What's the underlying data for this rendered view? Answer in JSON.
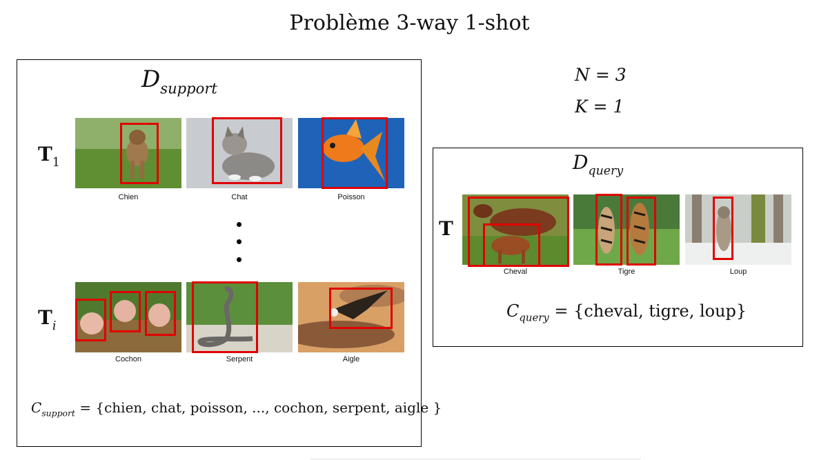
{
  "title": "Problème 3-way 1-shot",
  "support": {
    "heading_main": "D",
    "heading_sub": "support",
    "rows": [
      {
        "label": "T",
        "sub": "1",
        "items": [
          "Chien",
          "Chat",
          "Poisson"
        ]
      },
      {
        "label": "T",
        "sub": "i",
        "items": [
          "Cochon",
          "Serpent",
          "Aigle"
        ]
      }
    ],
    "set_main": "C",
    "set_sub": "support",
    "set_values": " = {chien, chat, poisson, ..., cochon, serpent, aigle }"
  },
  "params": {
    "n_eq": "N = 3",
    "k_eq": "K = 1"
  },
  "query": {
    "heading_main": "D",
    "heading_sub": "query",
    "label": "T",
    "items": [
      "Cheval",
      "Tigre",
      "Loup"
    ],
    "set_main": "C",
    "set_sub": "query",
    "set_values": " = {cheval, tigre, loup}"
  },
  "colors": {
    "bbox": "#e00000"
  }
}
